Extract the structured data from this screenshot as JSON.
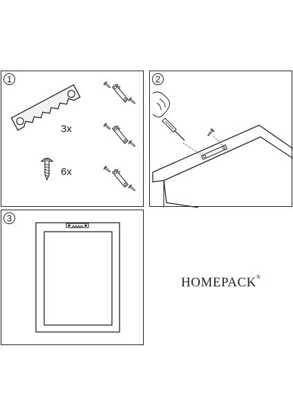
{
  "steps": [
    {
      "number": "1"
    },
    {
      "number": "2"
    },
    {
      "number": "3"
    }
  ],
  "parts": {
    "hanger_quantity": "3x",
    "screw_quantity": "6x"
  },
  "brand": {
    "name": "HOMEPACK",
    "mark": "®"
  },
  "colors": {
    "line": "#231f20",
    "hanger_fill": "#f2f2f2",
    "background": "#ffffff"
  }
}
